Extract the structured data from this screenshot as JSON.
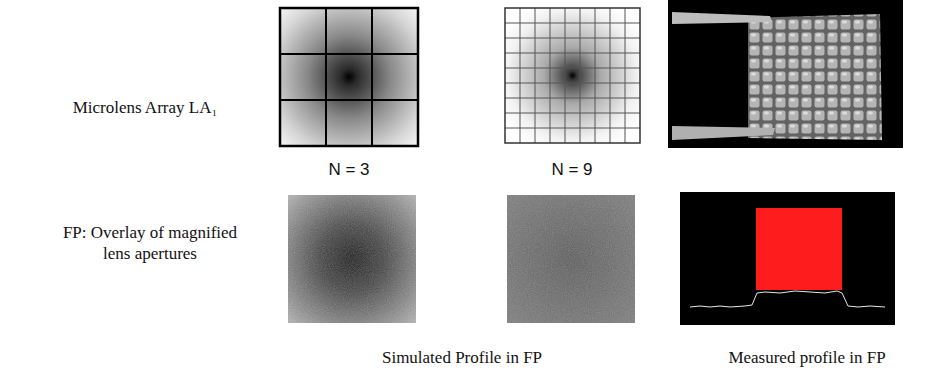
{
  "diagram": {
    "labels": [
      "Microlens Array LA₁",
      "N = 3",
      "N = 9",
      "FP: Overlay of magnified lens apertures",
      "Simulated Profile in FP",
      "Measured profile in FP"
    ]
  }
}
